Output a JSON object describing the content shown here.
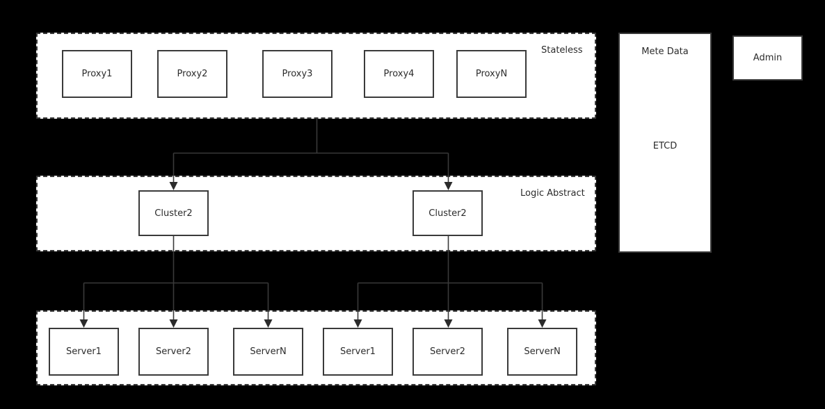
{
  "diagram": {
    "background_color": "#000000",
    "node_fill": "#ffffff",
    "stroke_color": "#3a3a3a",
    "text_color": "#2b2b2b",
    "tiers": [
      {
        "id": "stateless",
        "label": "Stateless",
        "nodes": [
          {
            "label": "Proxy1"
          },
          {
            "label": "Proxy2"
          },
          {
            "label": "Proxy3"
          },
          {
            "label": "Proxy4"
          },
          {
            "label": "ProxyN"
          }
        ]
      },
      {
        "id": "logic-abstract",
        "label": "Logic Abstract",
        "nodes": [
          {
            "label": "Cluster2"
          },
          {
            "label": "Cluster2"
          }
        ]
      },
      {
        "id": "servers",
        "label": "",
        "nodes": [
          {
            "label": "Server1"
          },
          {
            "label": "Server2"
          },
          {
            "label": "ServerN"
          },
          {
            "label": "Server1"
          },
          {
            "label": "Server2"
          },
          {
            "label": "ServerN"
          }
        ]
      }
    ],
    "side_panel": {
      "title": "Mete Data",
      "body_label": "ETCD"
    },
    "admin_box": {
      "label": "Admin"
    }
  }
}
